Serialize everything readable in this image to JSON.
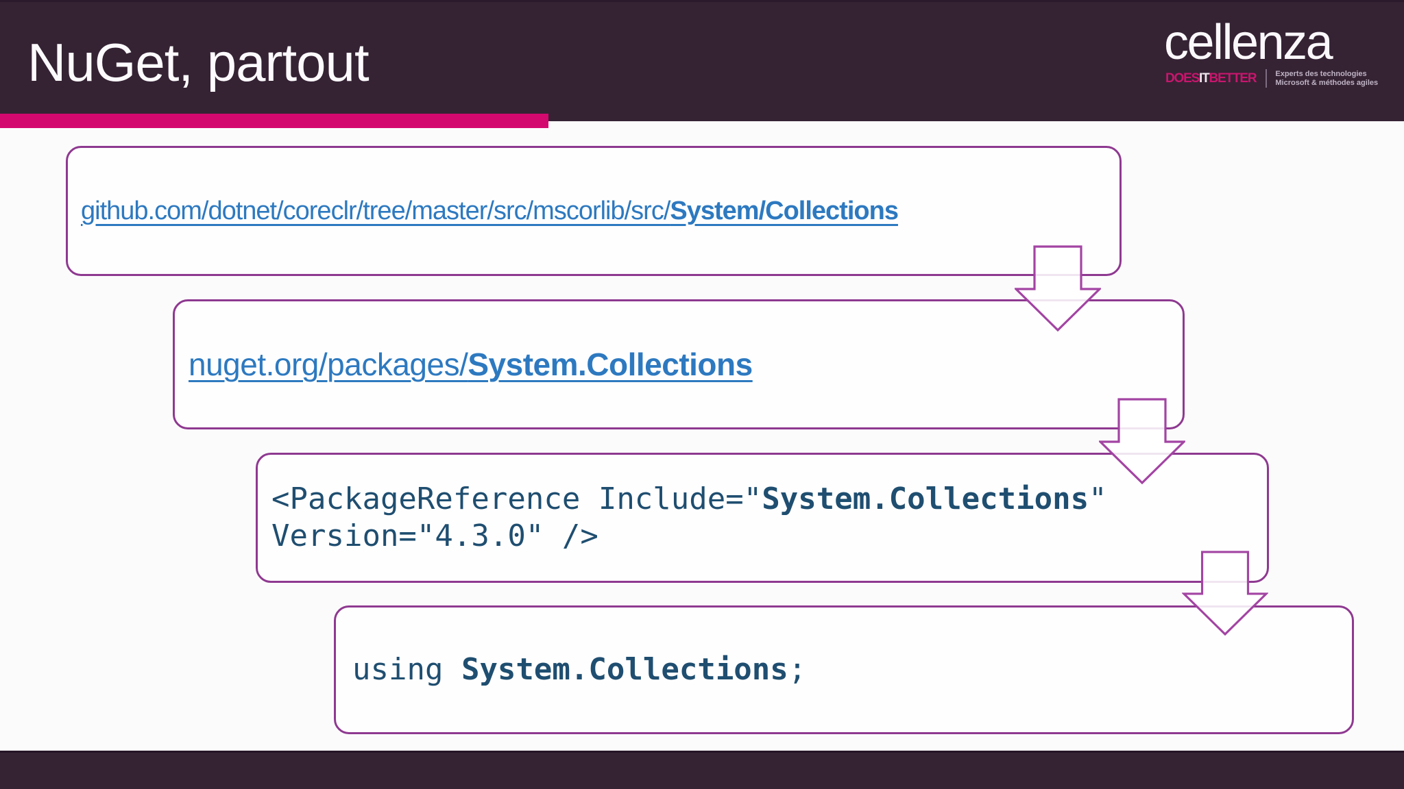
{
  "slide": {
    "title": "NuGet, partout"
  },
  "logo": {
    "brand": "cellenza",
    "does": "DOES",
    "it": "IT",
    "better": "BETTER",
    "desc1": "Experts des technologies",
    "desc2": "Microsoft & méthodes agiles"
  },
  "links": {
    "github": {
      "prefix": "github.com/dotnet/coreclr/tree/master/src/mscorlib/src/",
      "emphasis": "System/Collections"
    },
    "nuget": {
      "prefix": "nuget.org/packages/",
      "emphasis": "System.Collections"
    }
  },
  "code": {
    "package_reference": {
      "line1_pre": "<PackageReference Include=\"",
      "line1_bold": "System.Collections",
      "line1_post": "\"",
      "line2": "Version=\"4.3.0\" />"
    },
    "using": {
      "pre": "using ",
      "bold": "System.Collections",
      "post": ";"
    }
  },
  "colors": {
    "accent_pink": "#d4096f",
    "header_bg": "#352334",
    "footer_bg": "#352334",
    "box_border": "#8e3990",
    "arrow_border": "#a344a3",
    "link_blue": "#2d79c0",
    "code_blue": "#1f4e70"
  }
}
